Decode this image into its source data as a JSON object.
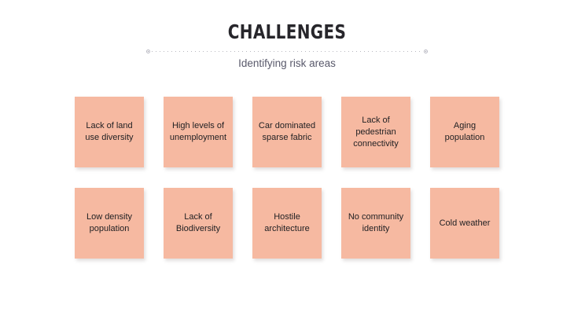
{
  "slide": {
    "background_color": "#ffffff",
    "title": "CHALLENGES",
    "subtitle": "Identifying risk areas",
    "title_color": "#27262b",
    "subtitle_color": "#59596b",
    "divider": {
      "style": "dotted",
      "color": "#b8b8c0",
      "left_marker": "circle-dot",
      "right_marker": "circle-dot"
    },
    "card_style": {
      "fill_color": "#f6b9a1",
      "text_color": "#1f1f22",
      "shadow_color": "#786e6e"
    },
    "rows": [
      {
        "cards": [
          {
            "label": "Lack of land use diversity"
          },
          {
            "label": "High levels of unemployment"
          },
          {
            "label": "Car dominated sparse fabric"
          },
          {
            "label": "Lack of pedestrian connectivity"
          },
          {
            "label": "Aging population"
          }
        ]
      },
      {
        "cards": [
          {
            "label": "Low density population"
          },
          {
            "label": "Lack of Biodiversity"
          },
          {
            "label": "Hostile architecture"
          },
          {
            "label": "No community identity"
          },
          {
            "label": "Cold weather"
          }
        ]
      }
    ]
  }
}
